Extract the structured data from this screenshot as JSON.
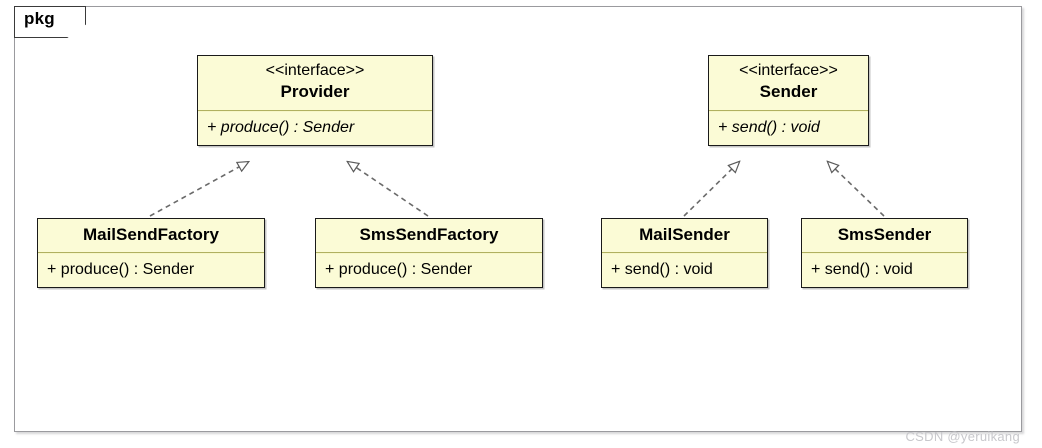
{
  "frame": {
    "label": "pkg"
  },
  "classes": [
    {
      "id": "provider",
      "stereotype": "<<interface>>",
      "name": "Provider",
      "members": [
        "+ produce() : Sender"
      ],
      "abstract": true
    },
    {
      "id": "sender",
      "stereotype": "<<interface>>",
      "name": "Sender",
      "members": [
        "+ send() : void"
      ],
      "abstract": true
    },
    {
      "id": "mailsendfactory",
      "stereotype": "",
      "name": "MailSendFactory",
      "members": [
        "+ produce() : Sender"
      ],
      "abstract": false
    },
    {
      "id": "smssendfactory",
      "stereotype": "",
      "name": "SmsSendFactory",
      "members": [
        "+ produce() : Sender"
      ],
      "abstract": false
    },
    {
      "id": "mailsender",
      "stereotype": "",
      "name": "MailSender",
      "members": [
        "+ send() : void"
      ],
      "abstract": false
    },
    {
      "id": "smssender",
      "stereotype": "",
      "name": "SmsSender",
      "members": [
        "+ send() : void"
      ],
      "abstract": false
    }
  ],
  "relations": [
    {
      "from": "MailSendFactory",
      "to": "Provider",
      "type": "realization"
    },
    {
      "from": "SmsSendFactory",
      "to": "Provider",
      "type": "realization"
    },
    {
      "from": "MailSender",
      "to": "Sender",
      "type": "realization"
    },
    {
      "from": "SmsSender",
      "to": "Sender",
      "type": "realization"
    }
  ],
  "watermark": {
    "text": "CSDN @yeruikang"
  },
  "colors": {
    "box_fill": "#fbfbd6",
    "box_border": "#1a1a1a",
    "compartment_divider": "#b0b060",
    "relation_line": "#6a6a6a",
    "frame_border": "#9a9a9e",
    "watermark": "#c8c8cc"
  }
}
